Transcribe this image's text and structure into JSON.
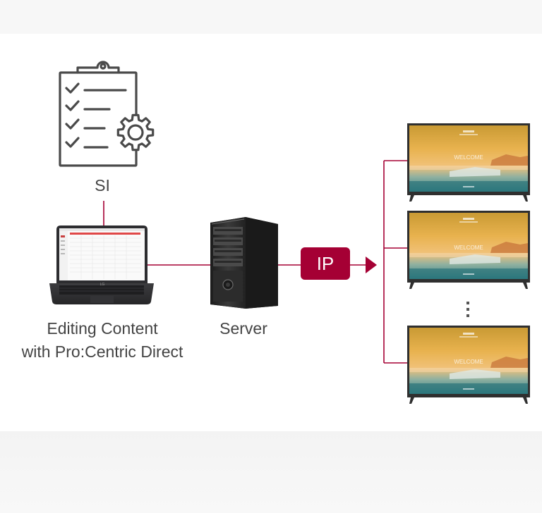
{
  "colors": {
    "accent": "#a50034",
    "icon_stroke": "#4a4a4a",
    "text": "#444444"
  },
  "labels": {
    "si": "SI",
    "editing_line1": "Editing Content",
    "editing_line2": "with Pro:Centric Direct",
    "server": "Server",
    "ip": "IP"
  },
  "tv_screen_text": "WELCOME",
  "laptop_logo": "LG",
  "icons": {
    "si": "clipboard-checklist-gear-icon",
    "laptop": "laptop-icon",
    "server": "server-tower-icon",
    "tv": "tv-display-icon",
    "more": "vertical-ellipsis-icon"
  }
}
